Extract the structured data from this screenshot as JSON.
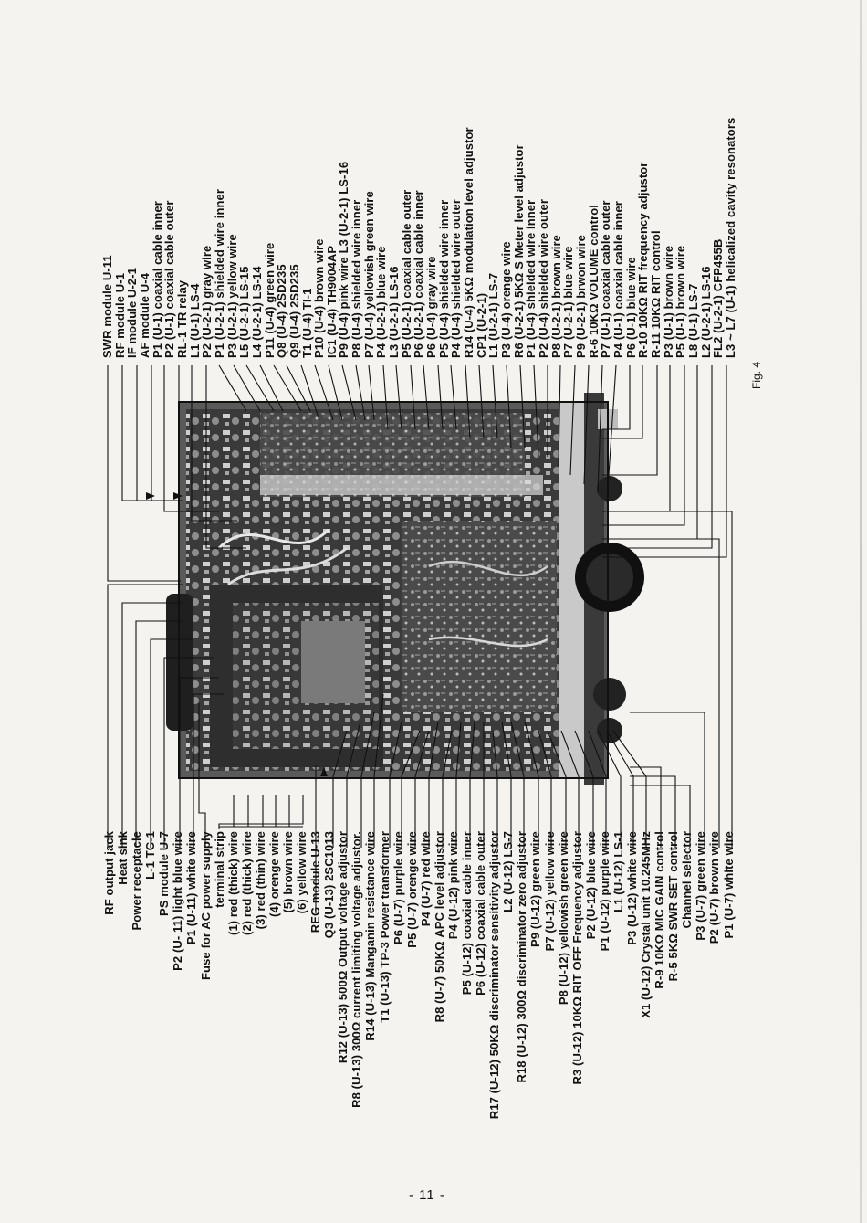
{
  "left_labels": [
    "RF output jack",
    "Heat sink",
    "Power receptacle",
    "L-1 TC-1",
    "PS module U-7",
    "P2 (U- 11) light blue wire",
    "P1 (U-11) white wire",
    "Fuse for AC power supply",
    "terminal strip",
    "(1) red (thick) wire",
    "(2) red (thick) wire",
    "(3) red (thin) wire",
    "(4) orenge wire",
    "(5) brown wire",
    "(6) yellow wire",
    "REG module U-13",
    "Q3 (U-13) 2SC1013",
    "R12 (U-13) 500Ω Output voltage adjustor",
    "R8 (U-13) 300Ω current limiting voltage adjustor.",
    "R14 (U-13) Manganin resistance wire",
    "T1 (U-13) TP-3 Power transformer",
    "P6 (U-7) purple wire",
    "P5 (U-7) orenge wire",
    "P4 (U-7) red wire",
    "R8 (U-7) 50KΩ APC level adjustor",
    "P4 (U-12) pink wire",
    "P5 (U-12) coaxial cable inner",
    "P6 (U-12) coaxial cable outer",
    "R17 (U-12) 50KΩ discriminator sensitivity adjustor",
    "L2 (U-12) LS-7",
    "R18 (U-12) 300Ω discriminator zero adjustor",
    "P9 (U-12) green wire",
    "P7 (U-12) yellow wire",
    "P8 (U-12) yellowish green wire",
    "R3 (U-12) 10KΩ RIT OFF Frequency adjustor",
    "P2 (U-12) blue wire",
    "P1 (U-12) purple wire",
    "L1 (U-12) LS-1",
    "P3 (U-12) white wire",
    "X1 (U-12) Crystal unit 10.245MHz",
    "R-9 10KΩ MIC GAIN control",
    "R-5 5KΩ SWR SET control",
    "Channel selector",
    "P3 (U-7) green wire",
    "P2 (U-7) brown wire",
    "P1 (U-7) white wire"
  ],
  "right_labels": [
    "SWR module U-11",
    "RF module U-1",
    "IF module U-2-1",
    "AF module U-4",
    "P1 (U-1) coaxial cable inner",
    "P2 (U-1) coaxial cable outer",
    "RL-1 TR relay",
    "L1 (U-1) LS-4",
    "P2 (U-2-1) gray wire",
    "P1 (U-2-1) shielded wire inner",
    "P3 (U-2-1) yellow wire",
    "L5 (U-2-1) LS-15",
    "L4 (U-2-1) LS-14",
    "P11 (U-4) green wire",
    "Q8 (U-4) 2SD235",
    "Q9 (U-4) 2SD235",
    "T1 (U-4) TI-1",
    "P10 (U-4) brown wire",
    "IC1 (U-4) TH9004AP",
    "P9 (U-4) pink wire    L3 (U-2-1) LS-16",
    "P8 (U-4) shielded wire inner",
    "P7 (U-4) yellowish green wire",
    "P4 (U-2-1) blue wire",
    "L3 (U-2-1) LS-16",
    "P5 (U-2-1) coaxial cable outer",
    "P6 (U-2-1) coaxial cable inner",
    "P6 (U-4) gray wire",
    "P5 (U-4) shielded wire inner",
    "P4 (U-4) shielded wire outer",
    "R14 (U-4) 5KΩ modulation level adjustor",
    "CP1 (U-2-1)",
    "L1 (U-2-1) LS-7",
    "P3 (U-4) orenge wire",
    "R6 (U-2-1) 5KΩ S Meter level adjustor",
    "P1 (U-4) shielded wire inner",
    "P2 (U-4) shielded wire outer",
    "P8 (U-2-1) brown wire",
    "P7 (U-2-1) blue wire",
    "P9 (U-2-1) brwon wire",
    "R-6 10KΩ VOLUME control",
    "P7 (U-1) coaxial cable outer",
    "P4 (U-1) coaxial cable inner",
    "P6 (U-1) blue wire",
    "R-10 10KΩ RIT frequency adjustor",
    "R-11 10KΩ RIT control",
    "P3 (U-1) brown wire",
    "P5 (U-1) brown wire",
    "L8 (U-1) LS-7",
    "L2 (U-2-1) LS-16",
    "FL2 (U-2-1) CFP455B",
    "L3 ~ L7 (U-1) helicalized cavity resonators"
  ],
  "figure_caption": "Fig. 4",
  "page_number": "- 11 -",
  "colors": {
    "ink": "#111111",
    "paper": "#f4f3ef",
    "photo_dark": "#2a2a2a",
    "photo_mid": "#6d6d6d"
  }
}
